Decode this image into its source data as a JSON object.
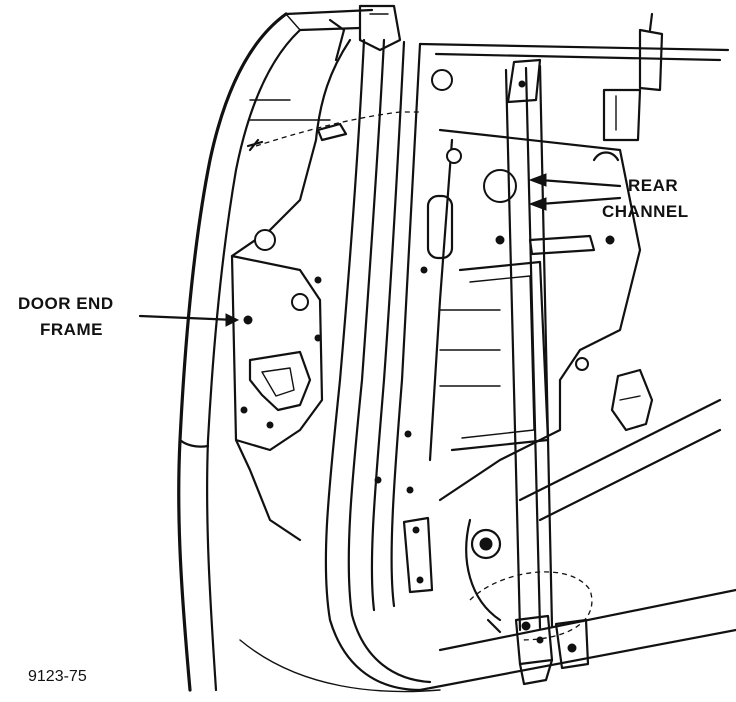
{
  "callouts": {
    "rear_channel": {
      "line1": "REAR",
      "line2": "CHANNEL"
    },
    "door_end_frame": {
      "line1": "DOOR END",
      "line2": "FRAME"
    }
  },
  "figure_number": "9123-75"
}
